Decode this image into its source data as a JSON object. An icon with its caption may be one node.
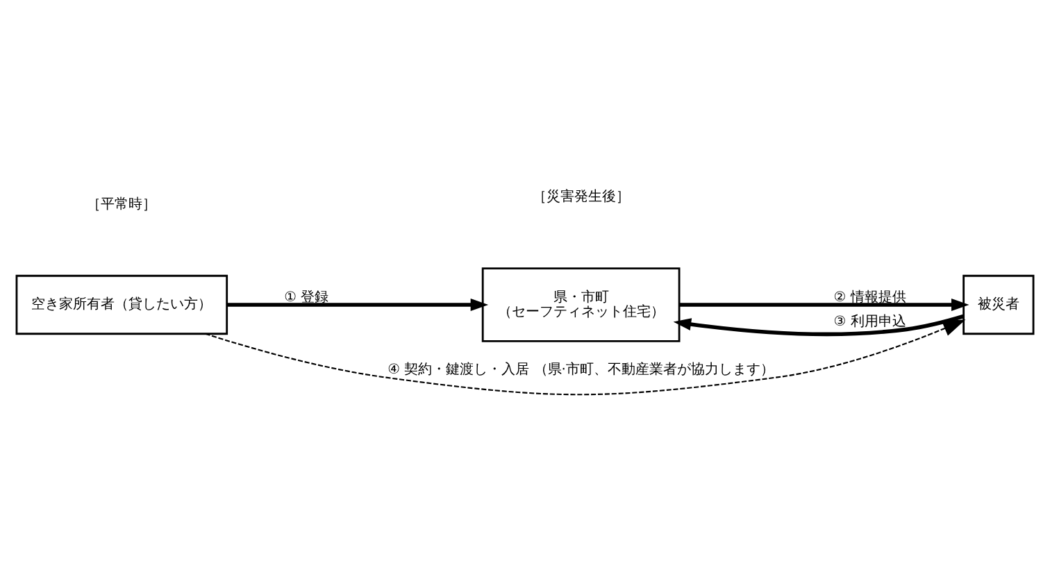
{
  "diagram": {
    "nodes": [
      {
        "text": [
          "空き家所有者（貸したい方）"
        ]
      },
      {
        "text": [
          "県・市町",
          "（セーフティネット住宅）"
        ]
      },
      {
        "text": [
          "被災者"
        ]
      }
    ],
    "edges": [
      {
        "from": 0,
        "to": 1,
        "arrow": "to",
        "label": "① 登録"
      },
      {
        "from": 1,
        "to": 2,
        "arrow": "to",
        "label": "② 情報提供"
      },
      {
        "from": 2,
        "to": 1,
        "arrow": "to",
        "label": "③ 利用申込"
      },
      {
        "from": 0,
        "to": 2,
        "arrow": "to",
        "label": "④ 契約・鍵渡し・入居 （県·市町、不動産業者が協力します）",
        "style": "dashed"
      }
    ],
    "labels": [
      "［平常時］",
      "［災害発生後］"
    ]
  }
}
